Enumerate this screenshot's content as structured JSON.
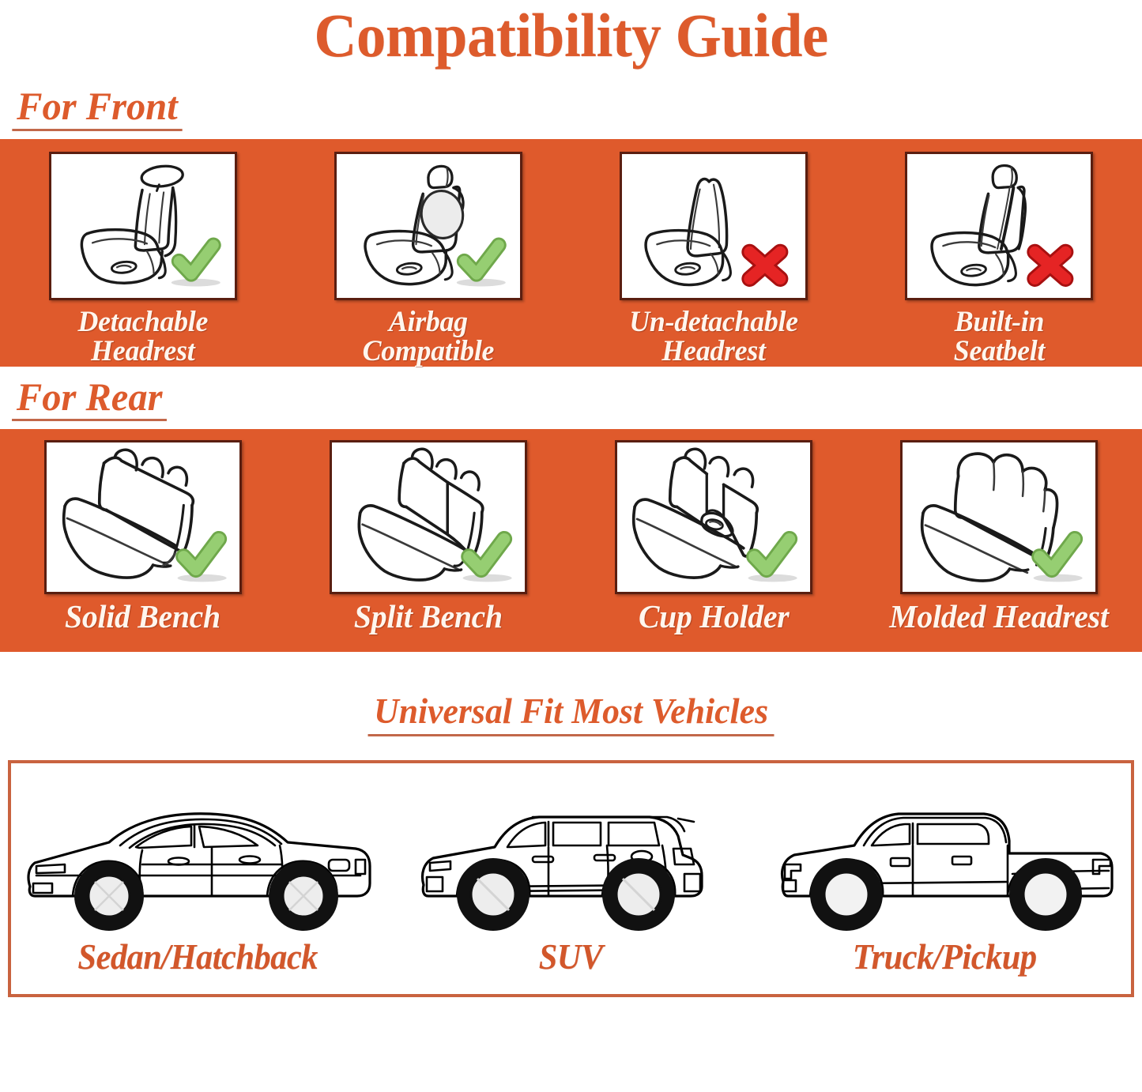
{
  "title": "Compatibility Guide",
  "sections": [
    {
      "heading": "For Front",
      "items": [
        {
          "label_line1": "Detachable",
          "label_line2": "Headrest",
          "icon": "green-check-icon",
          "status": "compatible",
          "art": "front-seat-detachable-headrest"
        },
        {
          "label_line1": "Airbag",
          "label_line2": "Compatible",
          "icon": "green-check-icon",
          "status": "compatible",
          "art": "front-seat-airbag"
        },
        {
          "label_line1": "Un-detachable",
          "label_line2": "Headrest",
          "icon": "red-x-icon",
          "status": "not-compatible",
          "art": "front-seat-undetachable-headrest"
        },
        {
          "label_line1": "Built-in",
          "label_line2": "Seatbelt",
          "icon": "red-x-icon",
          "status": "not-compatible",
          "art": "front-seat-builtin-seatbelt"
        }
      ]
    },
    {
      "heading": "For Rear",
      "items": [
        {
          "label_line1": "Solid Bench",
          "label_line2": "",
          "icon": "green-check-icon",
          "status": "compatible",
          "art": "rear-solid-bench"
        },
        {
          "label_line1": "Split Bench",
          "label_line2": "",
          "icon": "green-check-icon",
          "status": "compatible",
          "art": "rear-split-bench"
        },
        {
          "label_line1": "Cup Holder",
          "label_line2": "",
          "icon": "green-check-icon",
          "status": "compatible",
          "art": "rear-cup-holder"
        },
        {
          "label_line1": "Molded Headrest",
          "label_line2": "",
          "icon": "green-check-icon",
          "status": "compatible",
          "art": "rear-molded-headrest"
        }
      ]
    }
  ],
  "universal": {
    "heading": "Universal Fit Most Vehicles",
    "vehicles": [
      {
        "label": "Sedan/Hatchback",
        "art": "sedan-icon"
      },
      {
        "label": "SUV",
        "art": "suv-icon"
      },
      {
        "label": "Truck/Pickup",
        "art": "truck-icon"
      }
    ]
  },
  "colors": {
    "band_orange": "#DF5A2C",
    "heading_orange": "#DD5B2C",
    "label_cream": "#FFF6EE",
    "check_green": "#8DC86A",
    "x_red": "#E02020",
    "thumb_border": "#5A1E10",
    "panel_border": "#C9633F"
  }
}
